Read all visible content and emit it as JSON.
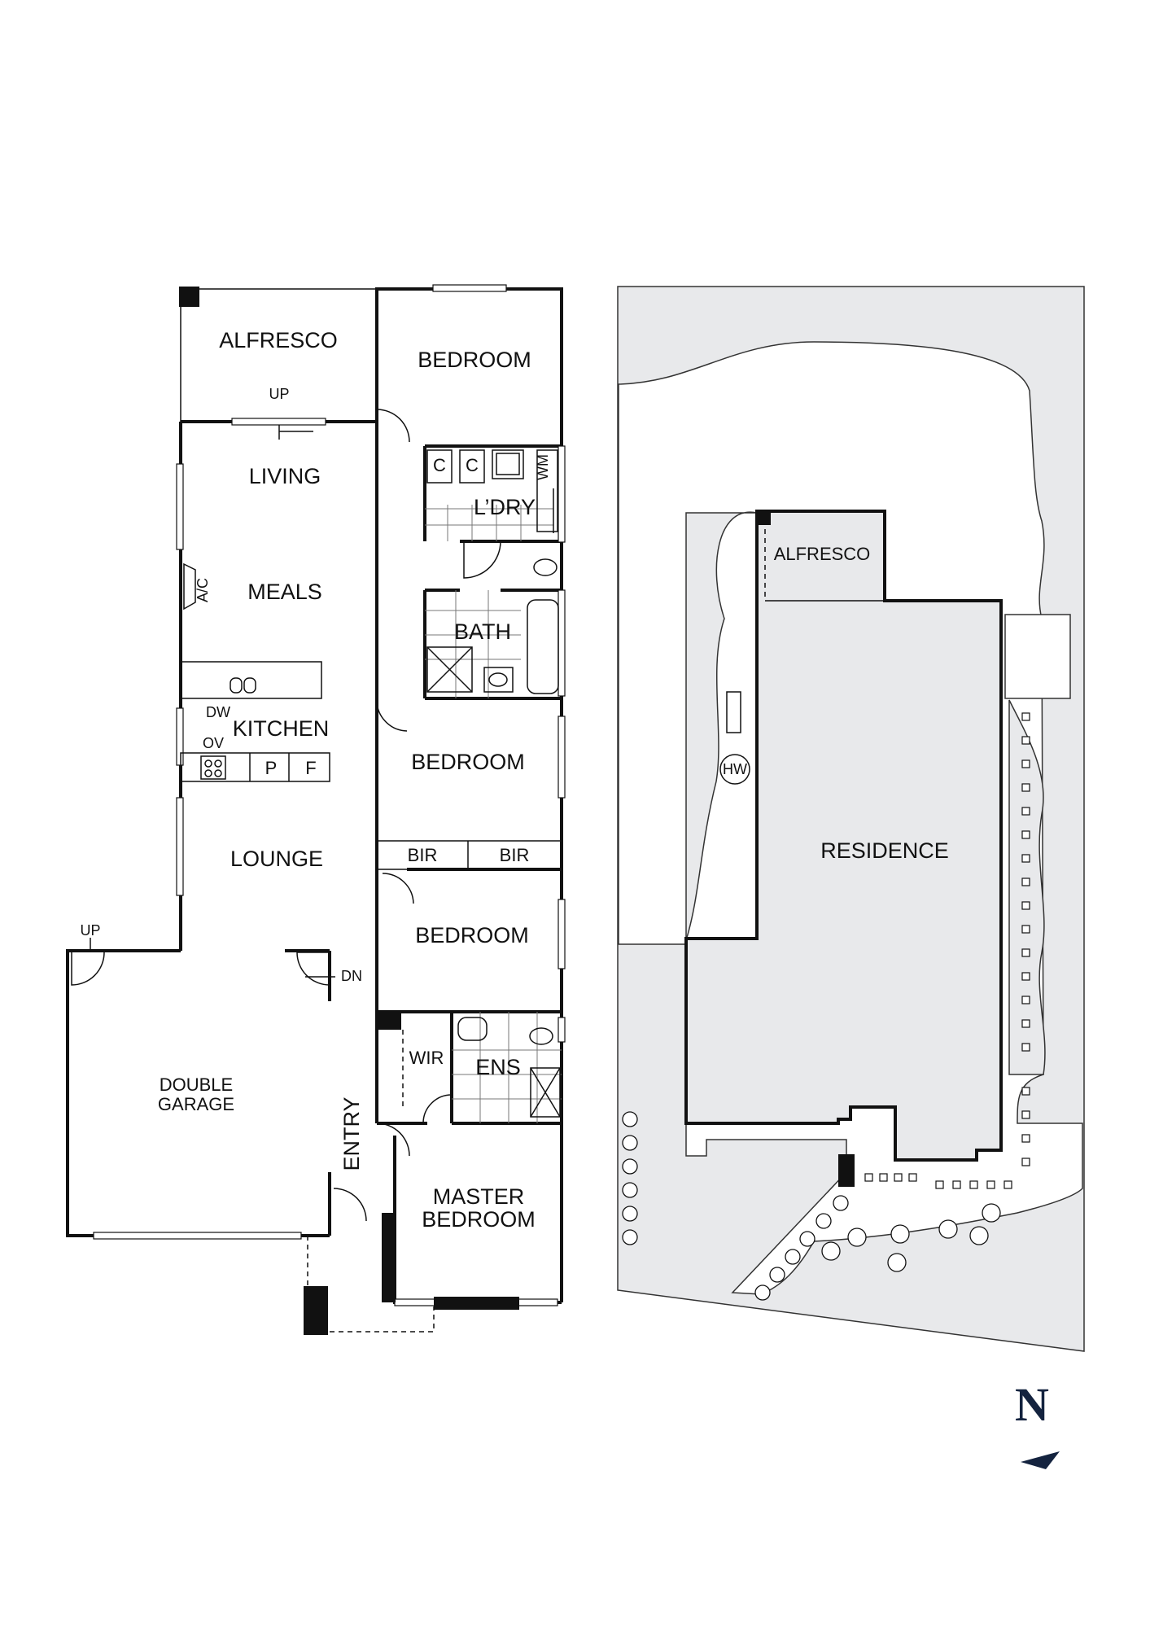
{
  "floor_plan": {
    "rooms": {
      "alfresco": "ALFRESCO",
      "bedroom_top": "BEDROOM",
      "living": "LIVING",
      "meals": "MEALS",
      "laundry": "L’DRY",
      "bath": "BATH",
      "kitchen": "KITCHEN",
      "bedroom_mid": "BEDROOM",
      "lounge": "LOUNGE",
      "bir_left": "BIR",
      "bir_right": "BIR",
      "bedroom_low": "BEDROOM",
      "garage_line1": "DOUBLE",
      "garage_line2": "GARAGE",
      "wir": "WIR",
      "ens": "ENS",
      "entry": "ENTRY",
      "master_line1": "MASTER",
      "master_line2": "BEDROOM"
    },
    "fixtures": {
      "up_alfresco": "UP",
      "up_garage": "UP",
      "dn": "DN",
      "ac": "A/C",
      "cupboard_1": "C",
      "cupboard_2": "C",
      "wm": "WM",
      "dw": "DW",
      "ov": "OV",
      "pantry": "P",
      "fridge": "F"
    }
  },
  "site_plan": {
    "alfresco": "ALFRESCO",
    "residence": "RESIDENCE",
    "hw": "HW"
  },
  "compass": {
    "letter": "N"
  }
}
